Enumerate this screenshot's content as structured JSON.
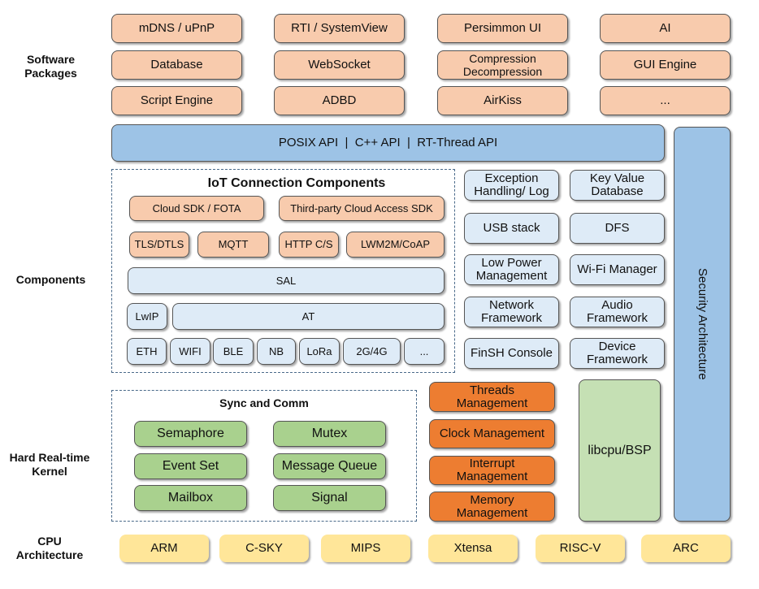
{
  "row_labels": {
    "software": "Software\nPackages",
    "components": "Components",
    "kernel": "Hard Real-time\nKernel",
    "cpu": "CPU\nArchitecture"
  },
  "software_packages": [
    "mDNS / uPnP",
    "RTI / SystemView",
    "Persimmon UI",
    "AI",
    "Database",
    "WebSocket",
    "Compression\nDecompression",
    "GUI Engine",
    "Script Engine",
    "ADBD",
    "AirKiss",
    "..."
  ],
  "api_bar": "POSIX API  |  C++ API  |  RT-Thread API",
  "security": "Security Architecture",
  "iot": {
    "title": "IoT Connection Components",
    "cloud_sdk": "Cloud SDK / FOTA",
    "third_party": "Third-party Cloud Access SDK",
    "tls": "TLS/DTLS",
    "mqtt": "MQTT",
    "http": "HTTP C/S",
    "lwm2m": "LWM2M/CoAP",
    "sal": "SAL",
    "lwip": "LwIP",
    "at": "AT",
    "links": [
      "ETH",
      "WIFI",
      "BLE",
      "NB",
      "LoRa",
      "2G/4G",
      "..."
    ]
  },
  "side_components": [
    "Exception\nHandling/ Log",
    "Key Value\nDatabase",
    "USB stack",
    "DFS",
    "Low Power\nManagement",
    "Wi-Fi Manager",
    "Network\nFramework",
    "Audio\nFramework",
    "FinSH Console",
    "Device\nFramework"
  ],
  "sync": {
    "title": "Sync and Comm",
    "items": [
      "Semaphore",
      "Mutex",
      "Event Set",
      "Message Queue",
      "Mailbox",
      "Signal"
    ]
  },
  "kernel_mgmt": [
    "Threads\nManagement",
    "Clock Management",
    "Interrupt\nManagement",
    "Memory\nManagement"
  ],
  "libcpu": "libcpu/BSP",
  "cpu_arch": [
    "ARM",
    "C-SKY",
    "MIPS",
    "Xtensa",
    "RISC-V",
    "ARC"
  ],
  "colors": {
    "software_package": "#f8cbad",
    "api_bar": "#9dc3e6",
    "component": "#deebf7",
    "sync": "#a9d18e",
    "kernel_mgmt": "#ed7d31",
    "libcpu": "#c5e0b4",
    "cpu": "#ffe699"
  }
}
